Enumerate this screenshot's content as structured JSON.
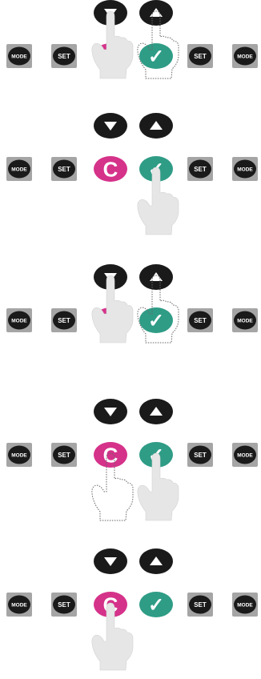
{
  "colors": {
    "key_body": "#1a1a1a",
    "key_bezel": "#a5a5a5",
    "cancel_key": "#d5328a",
    "confirm_key": "#2f9c86",
    "hand_fill": "#e6e6e6",
    "hand_outline": "#666666"
  },
  "keys": {
    "mode_label": "MODE",
    "set_label": "SET",
    "cancel_label": "C",
    "confirm_label": "✓"
  },
  "panels": [
    {
      "id": "step-1",
      "hands": [
        {
          "target": "down-arrow-key",
          "style": "solid"
        },
        {
          "target": "up-arrow-key",
          "style": "dotted"
        }
      ]
    },
    {
      "id": "step-2",
      "hands": [
        {
          "target": "confirm-key",
          "style": "solid"
        }
      ]
    },
    {
      "id": "step-3",
      "hands": [
        {
          "target": "down-arrow-key",
          "style": "solid"
        },
        {
          "target": "up-arrow-key",
          "style": "dotted"
        }
      ]
    },
    {
      "id": "step-4",
      "hands": [
        {
          "target": "cancel-key",
          "style": "dotted"
        },
        {
          "target": "confirm-key",
          "style": "solid"
        }
      ]
    },
    {
      "id": "step-5",
      "hands": [
        {
          "target": "cancel-key",
          "style": "solid"
        }
      ]
    }
  ]
}
